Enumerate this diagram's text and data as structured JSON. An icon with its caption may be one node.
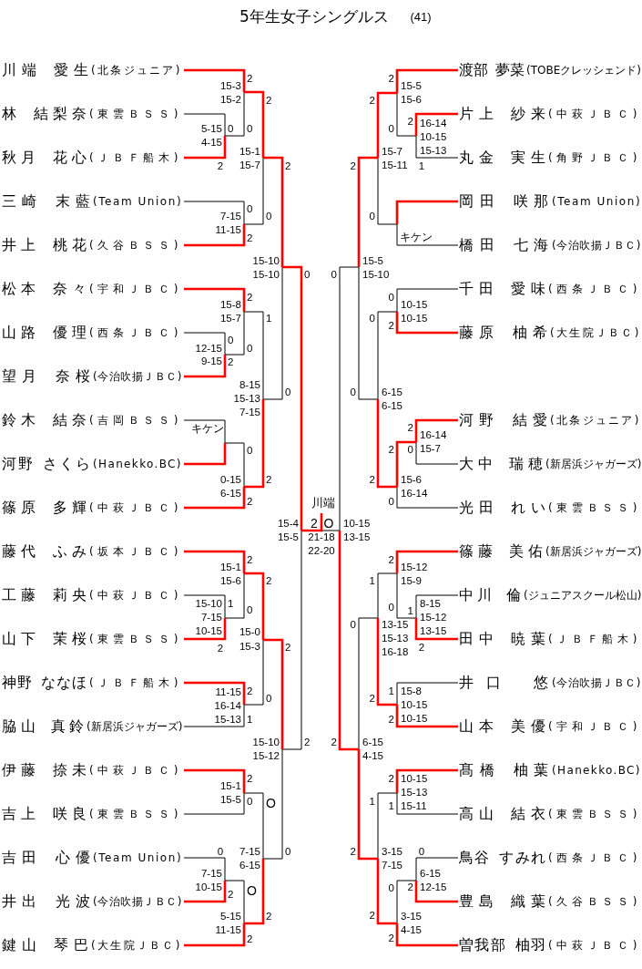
{
  "diagram": {
    "title": "5年生女子シングルス",
    "nodes": [
      {
        "text": [
          "川端 愛生",
          "(北条ジュニア)"
        ]
      },
      {
        "text": [
          "林 結梨奈",
          "(東雲ＢＳＳ)"
        ]
      },
      {
        "text": [
          "秋月 花心",
          "(ＪＢＦ船木)"
        ]
      },
      {
        "text": [
          "三崎 末藍",
          "(Team Union)"
        ]
      },
      {
        "text": [
          "井上 桃花",
          "(久谷ＢＳＳ)"
        ]
      },
      {
        "text": [
          "松本 奈々",
          "(宇和ＪＢＣ)"
        ]
      },
      {
        "text": [
          "山路 優理",
          "(西条ＪＢＣ)"
        ]
      },
      {
        "text": [
          "望月 奈桜",
          "(今治吹揚ＪＢＣ)"
        ]
      },
      {
        "text": [
          "鈴木 結奈",
          "(吉岡ＢＳＳ)"
        ]
      },
      {
        "text": [
          "河野 さくら",
          "(Hanekko.BC)"
        ]
      },
      {
        "text": [
          "篠原 多輝",
          "(中萩ＪＢＣ)"
        ]
      },
      {
        "text": [
          "藤代 ふみ",
          "(坂本ＪＢＣ)"
        ]
      },
      {
        "text": [
          "工藤 莉央",
          "(中萩ＪＢＣ)"
        ]
      },
      {
        "text": [
          "山下 茉桜",
          "(東雲ＢＳＳ)"
        ]
      },
      {
        "text": [
          "神野 ななほ",
          "(ＪＢＦ船木)"
        ]
      },
      {
        "text": [
          "脇山 真鈴",
          "(新居浜ジャガーズ)"
        ]
      },
      {
        "text": [
          "伊藤 捺未",
          "(中萩ＪＢＣ)"
        ]
      },
      {
        "text": [
          "吉上 咲良",
          "(東雲ＢＳＳ)"
        ]
      },
      {
        "text": [
          "吉田 心優",
          "(Team Union)"
        ]
      },
      {
        "text": [
          "井出 光波",
          "(今治吹揚ＪＢＣ)"
        ]
      },
      {
        "text": [
          "鍵山 琴巴",
          "(大生院ＪＢＣ)"
        ]
      },
      {
        "text": [
          "渡部 夢菜",
          "(TOBEクレッシェンド)"
        ]
      },
      {
        "text": [
          "片上 紗来",
          "(中萩ＪＢＣ)"
        ]
      },
      {
        "text": [
          "丸金 実生",
          "(角野ＪＢＣ)"
        ]
      },
      {
        "text": [
          "岡田 咲那",
          "(Team Union)"
        ]
      },
      {
        "text": [
          "橋田 七海",
          "(今治吹揚ＪＢＣ)"
        ]
      },
      {
        "text": [
          "千田 愛味",
          "(西条ＪＢＣ)"
        ]
      },
      {
        "text": [
          "藤原 柚希",
          "(大生院ＪＢＣ)"
        ]
      },
      {
        "text": [
          "河野 結愛",
          "(北条ジュニア)"
        ]
      },
      {
        "text": [
          "大中 瑞穂",
          "(新居浜ジャガーズ)"
        ]
      },
      {
        "text": [
          "光田 れい",
          "(東雲ＢＳＳ)"
        ]
      },
      {
        "text": [
          "篠藤 美佑",
          "(新居浜ジャガーズ)"
        ]
      },
      {
        "text": [
          "中川 倫",
          "(ジュニアスクール松山)"
        ]
      },
      {
        "text": [
          "田中 暁葉",
          "(ＪＢＦ船木)"
        ]
      },
      {
        "text": [
          "井口 悠",
          "(今治吹揚ＪＢＣ)"
        ]
      },
      {
        "text": [
          "山本 美優",
          "(宇和ＪＢＣ)"
        ]
      },
      {
        "text": [
          "髙橋 柚葉",
          "(Hanekko.BC)"
        ]
      },
      {
        "text": [
          "高山 結衣",
          "(東雲ＢＳＳ)"
        ]
      },
      {
        "text": [
          "鳥谷 すみれ",
          "(西条ＪＢＣ)"
        ]
      },
      {
        "text": [
          "豊島 織葉",
          "(久谷ＢＳＳ)"
        ]
      },
      {
        "text": [
          "曽我部 柚羽",
          "(中萩ＪＢＣ)"
        ]
      }
    ],
    "labels": [
      "(41)",
      "15-3",
      "15-2",
      "2",
      "2",
      "5-15",
      "0",
      "0",
      "4-15",
      "2",
      "15-1",
      "15-7",
      "2",
      "0",
      "7-15",
      "0",
      "11-15",
      "2",
      "15-10",
      "15-10",
      "0",
      "2",
      "15-8",
      "15-7",
      "1",
      "0",
      "12-15",
      "0",
      "9-15",
      "2",
      "8-15",
      "15-13",
      "7-15",
      "0",
      "キケン",
      "0",
      "0-15",
      "2",
      "6-15",
      "2",
      "15-4",
      "15-5",
      "川端",
      "2",
      "O",
      "21-18",
      "22-20",
      "2",
      "15-1",
      "15-6",
      "2",
      "15-10",
      "1",
      "0",
      "7-15",
      "10-15",
      "2",
      "15-0",
      "15-3",
      "2",
      "11-15",
      "2",
      "0",
      "16-14",
      "15-13",
      "1",
      "15-10",
      "15-12",
      "2",
      "2",
      "15-1",
      "15-5",
      "0",
      "O",
      "0",
      "7-15",
      "0",
      "6-15",
      "7-15",
      "10-15",
      "2",
      "O",
      "5-15",
      "2",
      "11-15",
      "2",
      "2",
      "15-5",
      "2",
      "15-6",
      "2",
      "16-14",
      "0",
      "10-15",
      "15-7",
      "15-13",
      "2",
      "15-11",
      "1",
      "0",
      "キケン",
      "15-5",
      "0",
      "15-10",
      "0",
      "10-15",
      "0",
      "10-15",
      "2",
      "0",
      "6-15",
      "6-15",
      "2",
      "16-14",
      "2",
      "0",
      "15-7",
      "2",
      "15-6",
      "16-14",
      "0",
      "10-15",
      "13-15",
      "2",
      "15-12",
      "1",
      "15-9",
      "8-15",
      "0",
      "1",
      "15-12",
      "0",
      "13-15",
      "15-13",
      "13-15",
      "16-18",
      "2",
      "1",
      "15-8",
      "2",
      "10-15",
      "2",
      "10-15",
      "2",
      "6-15",
      "4-15",
      "2",
      "10-15",
      "15-13",
      "1",
      "1",
      "15-11",
      "2",
      "3-15",
      "0",
      "7-15",
      "6-15",
      "0",
      "2",
      "12-15",
      "2",
      "3-15",
      "4-15",
      "2"
    ]
  }
}
